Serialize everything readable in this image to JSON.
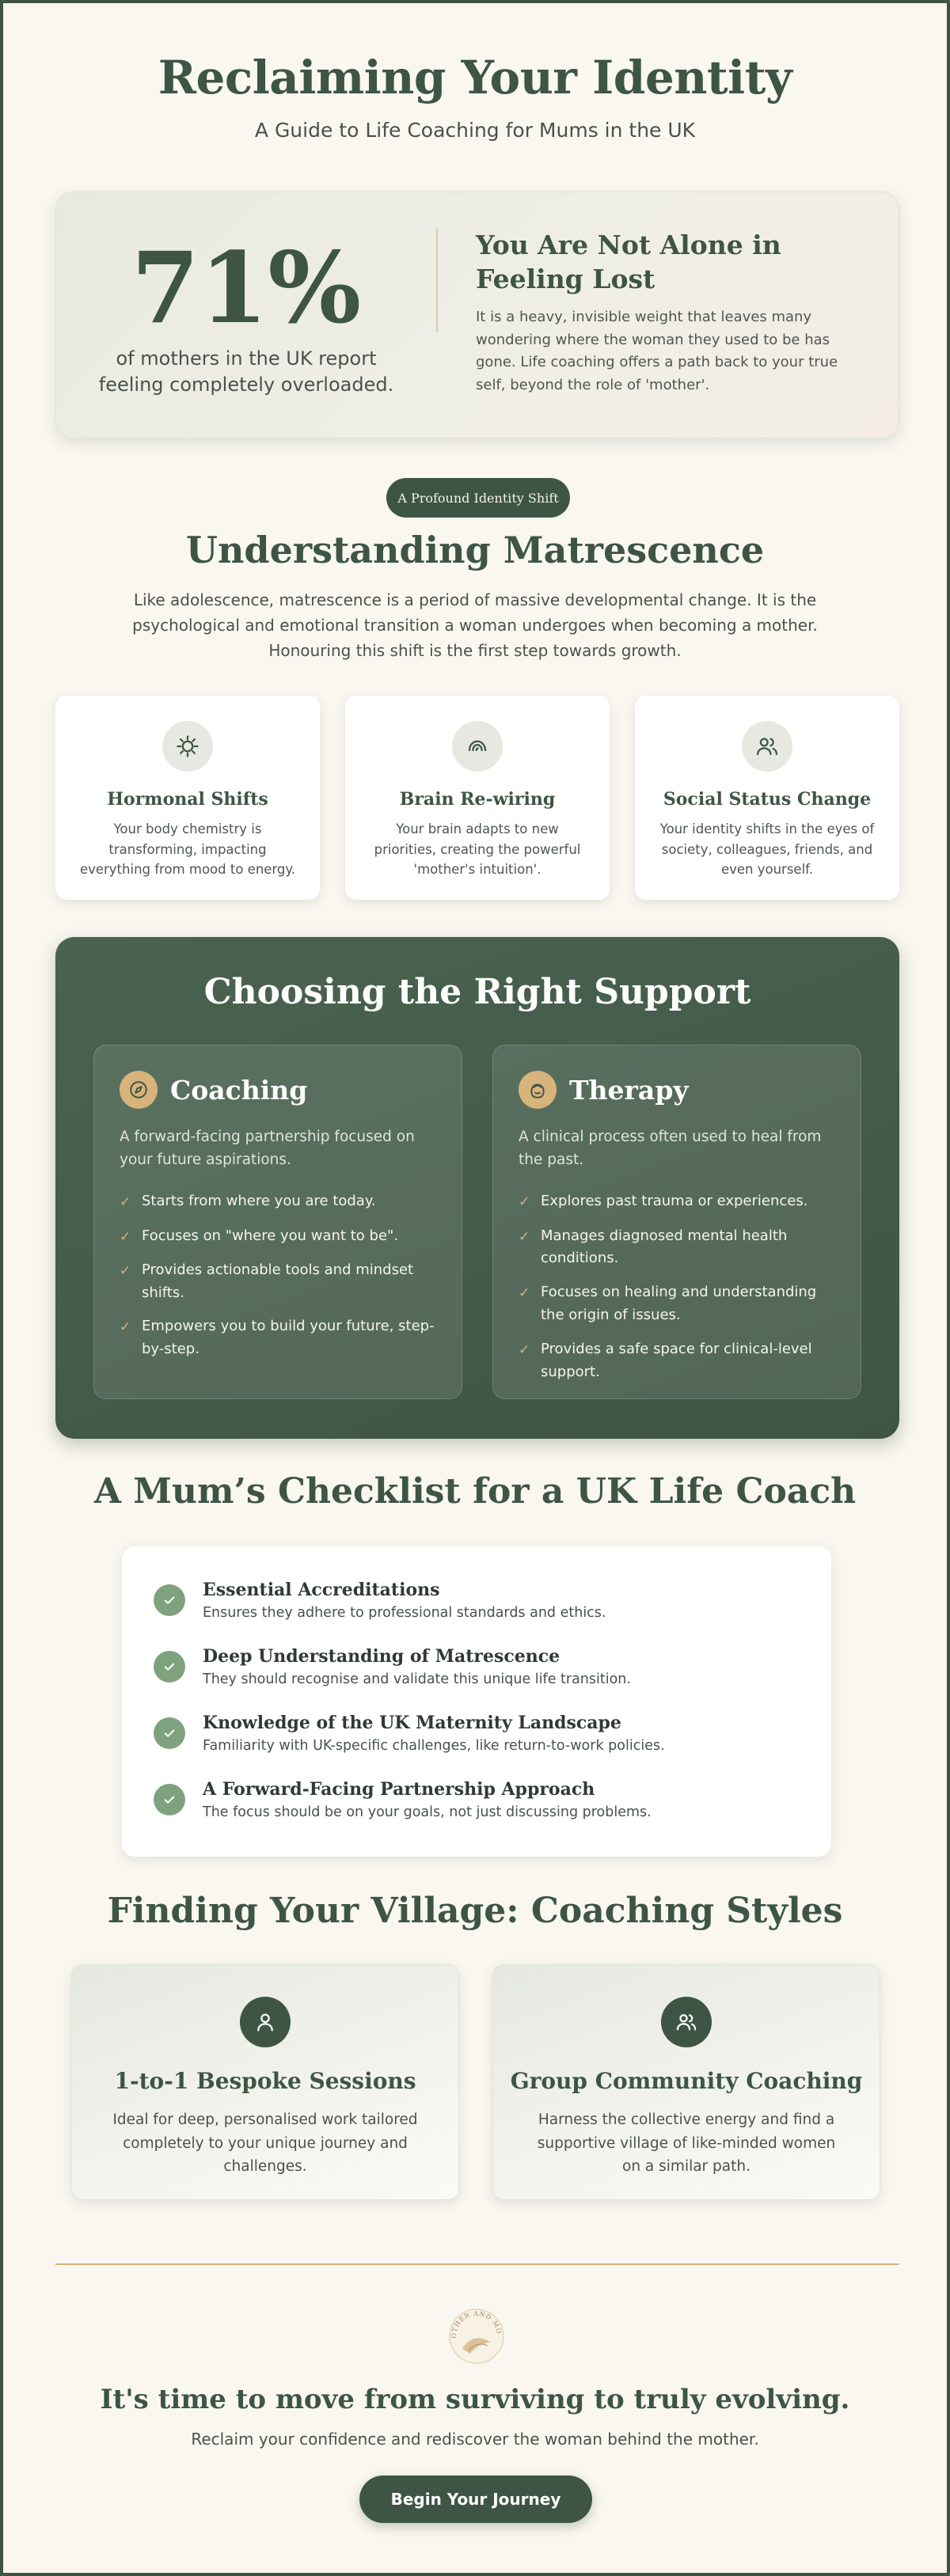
{
  "header": {
    "title": "Reclaiming Your Identity",
    "subtitle": "A Guide to Life Coaching for Mums in the UK"
  },
  "stat": {
    "value": "71%",
    "caption_line1": "of mothers in the UK report",
    "caption_line2": "feeling completely overloaded.",
    "heading": "You Are Not Alone in Feeling Lost",
    "body": "It is a heavy, invisible weight that leaves many wondering where the woman they used to be has gone. Life coaching offers a path back to your true self, beyond the role of 'mother'."
  },
  "matrescence": {
    "pill": "A Profound Identity Shift",
    "title": "Understanding Matrescence",
    "intro": "Like adolescence, matrescence is a period of massive developmental change. It is the psychological and emotional transition a woman undergoes when becoming a mother. Honouring this shift is the first step towards growth.",
    "cards": [
      {
        "icon": "hormone-icon",
        "title": "Hormonal Shifts",
        "text": "Your body chemistry is transforming, impacting everything from mood to energy."
      },
      {
        "icon": "brain-icon",
        "title": "Brain Re-wiring",
        "text": "Your brain adapts to new priorities, creating the powerful 'mother's intuition'."
      },
      {
        "icon": "people-icon",
        "title": "Social Status Change",
        "text": "Your identity shifts in the eyes of society, colleagues, friends, and even yourself."
      }
    ]
  },
  "support": {
    "title": "Choosing the Right Support",
    "coaching": {
      "icon": "compass-icon",
      "title": "Coaching",
      "desc": "A forward-facing partnership focused on your future aspirations.",
      "items": [
        "Starts from where you are today.",
        "Focuses on \"where you want to be\".",
        "Provides actionable tools and mindset shifts.",
        "Empowers you to build your future, step-by-step."
      ]
    },
    "therapy": {
      "icon": "head-icon",
      "title": "Therapy",
      "desc": "A clinical process often used to heal from the past.",
      "items": [
        "Explores past trauma or experiences.",
        "Manages diagnosed mental health conditions.",
        "Focuses on healing and understanding the origin of issues.",
        "Provides a safe space for clinical-level support."
      ]
    }
  },
  "checklist": {
    "title": "A Mum’s Checklist for a UK Life Coach",
    "items": [
      {
        "title": "Essential Accreditations",
        "text": "Ensures they adhere to professional standards and ethics."
      },
      {
        "title": "Deep Understanding of Matrescence",
        "text": "They should recognise and validate this unique life transition."
      },
      {
        "title": "Knowledge of the UK Maternity Landscape",
        "text": "Familiarity with UK-specific challenges, like return-to-work policies."
      },
      {
        "title": "A Forward-Facing Partnership Approach",
        "text": "The focus should be on your goals, not just discussing problems."
      }
    ]
  },
  "village": {
    "title": "Finding Your Village: Coaching Styles",
    "cards": [
      {
        "icon": "person-icon",
        "title": "1-to-1 Bespoke Sessions",
        "text": "Ideal for deep, personalised work tailored completely to your unique journey and challenges."
      },
      {
        "icon": "group-icon",
        "title": "Group Community Coaching",
        "text": "Harness the collective energy and find a supportive village of like-minded women on a similar path."
      }
    ]
  },
  "footer": {
    "logo_text": "MOTHER AND MORE",
    "cta_title": "It's time to move from surviving to truly evolving.",
    "cta_sub": "Reclaim your confidence and rediscover the woman behind the mother.",
    "cta_button": "Begin Your Journey"
  },
  "colors": {
    "primary": "#3e5545",
    "accent_gold": "#d7b47b",
    "check_green": "#7ea27d",
    "background": "#f9f7f0"
  }
}
